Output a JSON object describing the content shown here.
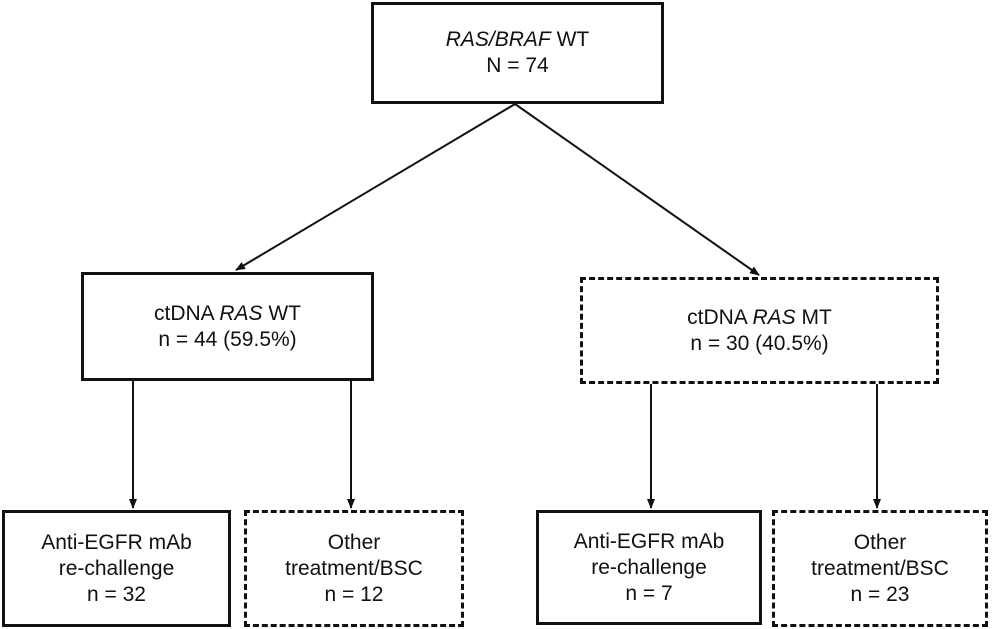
{
  "root": {
    "title_italic": "RAS/BRAF",
    "title_rest": " WT",
    "count": "N = 74"
  },
  "left_branch": {
    "prefix": "ctDNA ",
    "italic": "RAS",
    "suffix": " WT",
    "count": "n = 44 (59.5%)"
  },
  "right_branch": {
    "prefix": "ctDNA ",
    "italic": "RAS",
    "suffix": " MT",
    "count": "n = 30 (40.5%)"
  },
  "leaves": [
    {
      "line1": "Anti-EGFR mAb",
      "line2": "re-challenge",
      "count": "n = 32"
    },
    {
      "line1": "Other",
      "line2": "treatment/BSC",
      "count": "n = 12"
    },
    {
      "line1": "Anti-EGFR mAb",
      "line2": "re-challenge",
      "count": "n = 7"
    },
    {
      "line1": "Other",
      "line2": "treatment/BSC",
      "count": "n = 23"
    }
  ]
}
